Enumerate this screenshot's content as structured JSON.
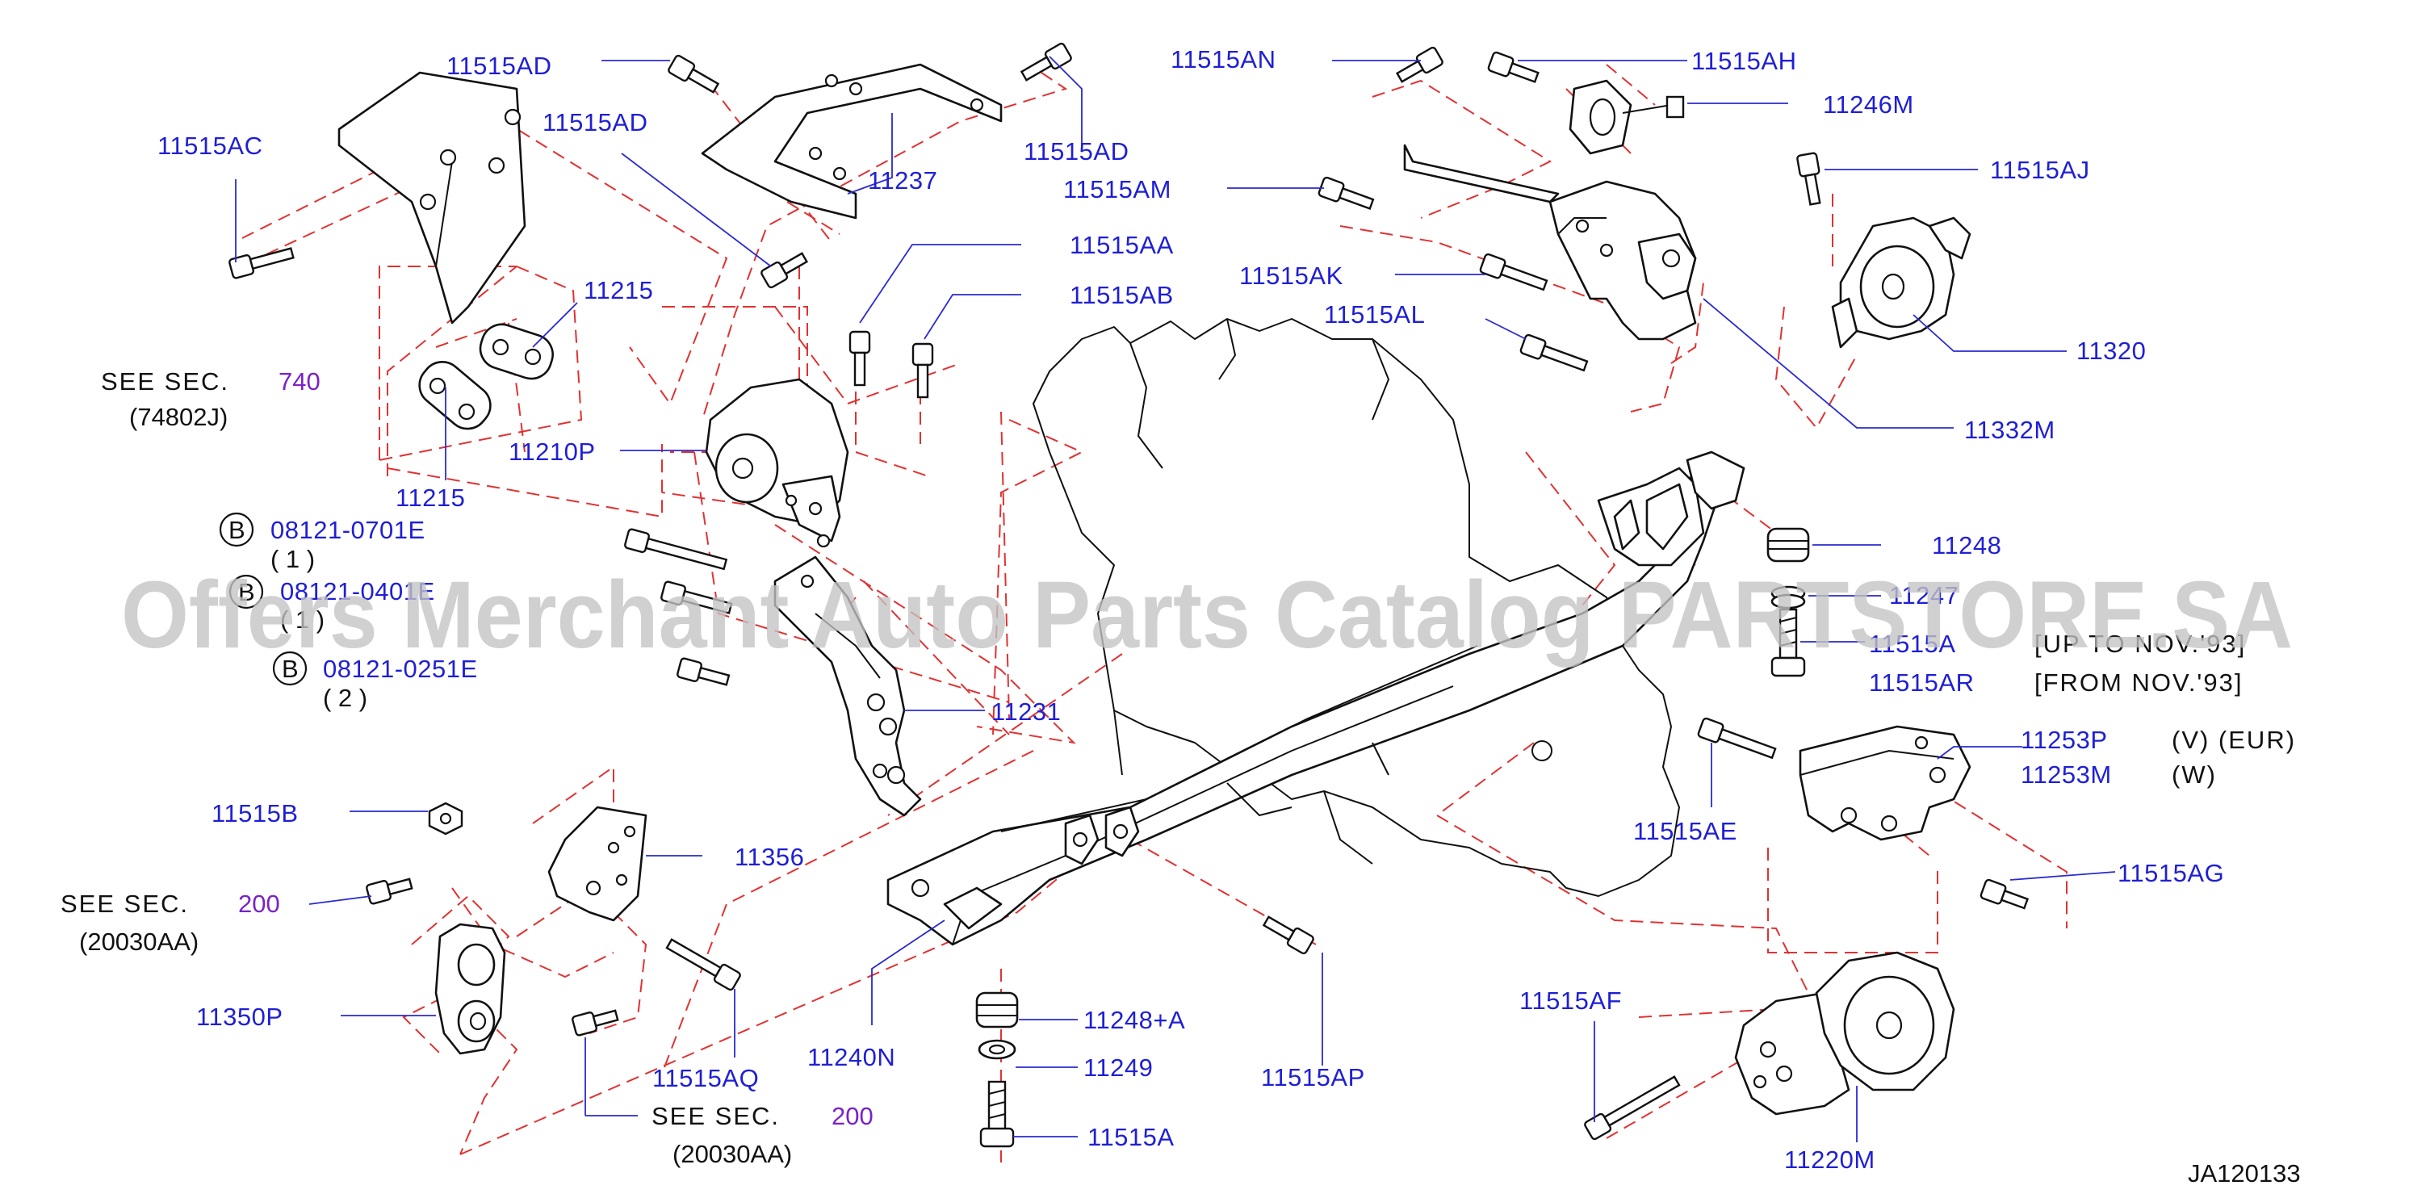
{
  "diagram_code": "JA120133",
  "watermark": "Offers Merchant Auto Parts Catalog PARTSTORE.SA",
  "labels": {
    "p11515AD_top": "11515AD",
    "p11515AD_mid": "11515AD",
    "p11515AD_right": "11515AD",
    "p11515AC": "11515AC",
    "p11237": "11237",
    "p11215_a": "11215",
    "p11215_b": "11215",
    "p11210P": "11210P",
    "p11515AA": "11515AA",
    "p11515AB": "11515AB",
    "p11515AN": "11515AN",
    "p11515AH": "11515AH",
    "p11246M": "11246M",
    "p11515AM": "11515AM",
    "p11515AJ": "11515AJ",
    "p11515AK": "11515AK",
    "p11515AL": "11515AL",
    "p11320": "11320",
    "p11332M": "11332M",
    "p11248": "11248",
    "p11247": "11247",
    "p11515A_upper": "11515A",
    "p11515AR": "11515AR",
    "p11231": "11231",
    "p11253P": "11253P",
    "p11253M": "11253M",
    "p11515AE": "11515AE",
    "p11515AG": "11515AG",
    "p11515B": "11515B",
    "p11356": "11356",
    "p11350P": "11350P",
    "p11515AQ": "11515AQ",
    "p11240N": "11240N",
    "p11248A": "11248+A",
    "p11249": "11249",
    "p11515A_lower": "11515A",
    "p11515AP": "11515AP",
    "p11515AF": "11515AF",
    "p11220M": "11220M"
  },
  "bolt_refs": [
    {
      "badge": "B",
      "code": "08121-0701E",
      "qty": "( 1 )"
    },
    {
      "badge": "B",
      "code": "08121-0401E",
      "qty": "( 1 )"
    },
    {
      "badge": "B",
      "code": "08121-0251E",
      "qty": "( 2 )"
    }
  ],
  "notes": {
    "see_740_prefix": "SEE SEC.",
    "see_740_num": "740",
    "see_740_sub": "(74802J)",
    "see_200a_prefix": "SEE SEC.",
    "see_200a_num": "200",
    "see_200a_sub": "(20030AA)",
    "see_200b_prefix": "SEE SEC.",
    "see_200b_num": "200",
    "see_200b_sub": "(20030AA)",
    "up_to": "[UP TO NOV.'93]",
    "from": "[FROM NOV.'93]",
    "v_eur": "(V) (EUR)",
    "w": "(W)"
  },
  "colors": {
    "label": "#1f1fd6",
    "section_number": "#7a22c8",
    "dashed_guides": "#e03232",
    "watermark": "#c4c4c4"
  }
}
